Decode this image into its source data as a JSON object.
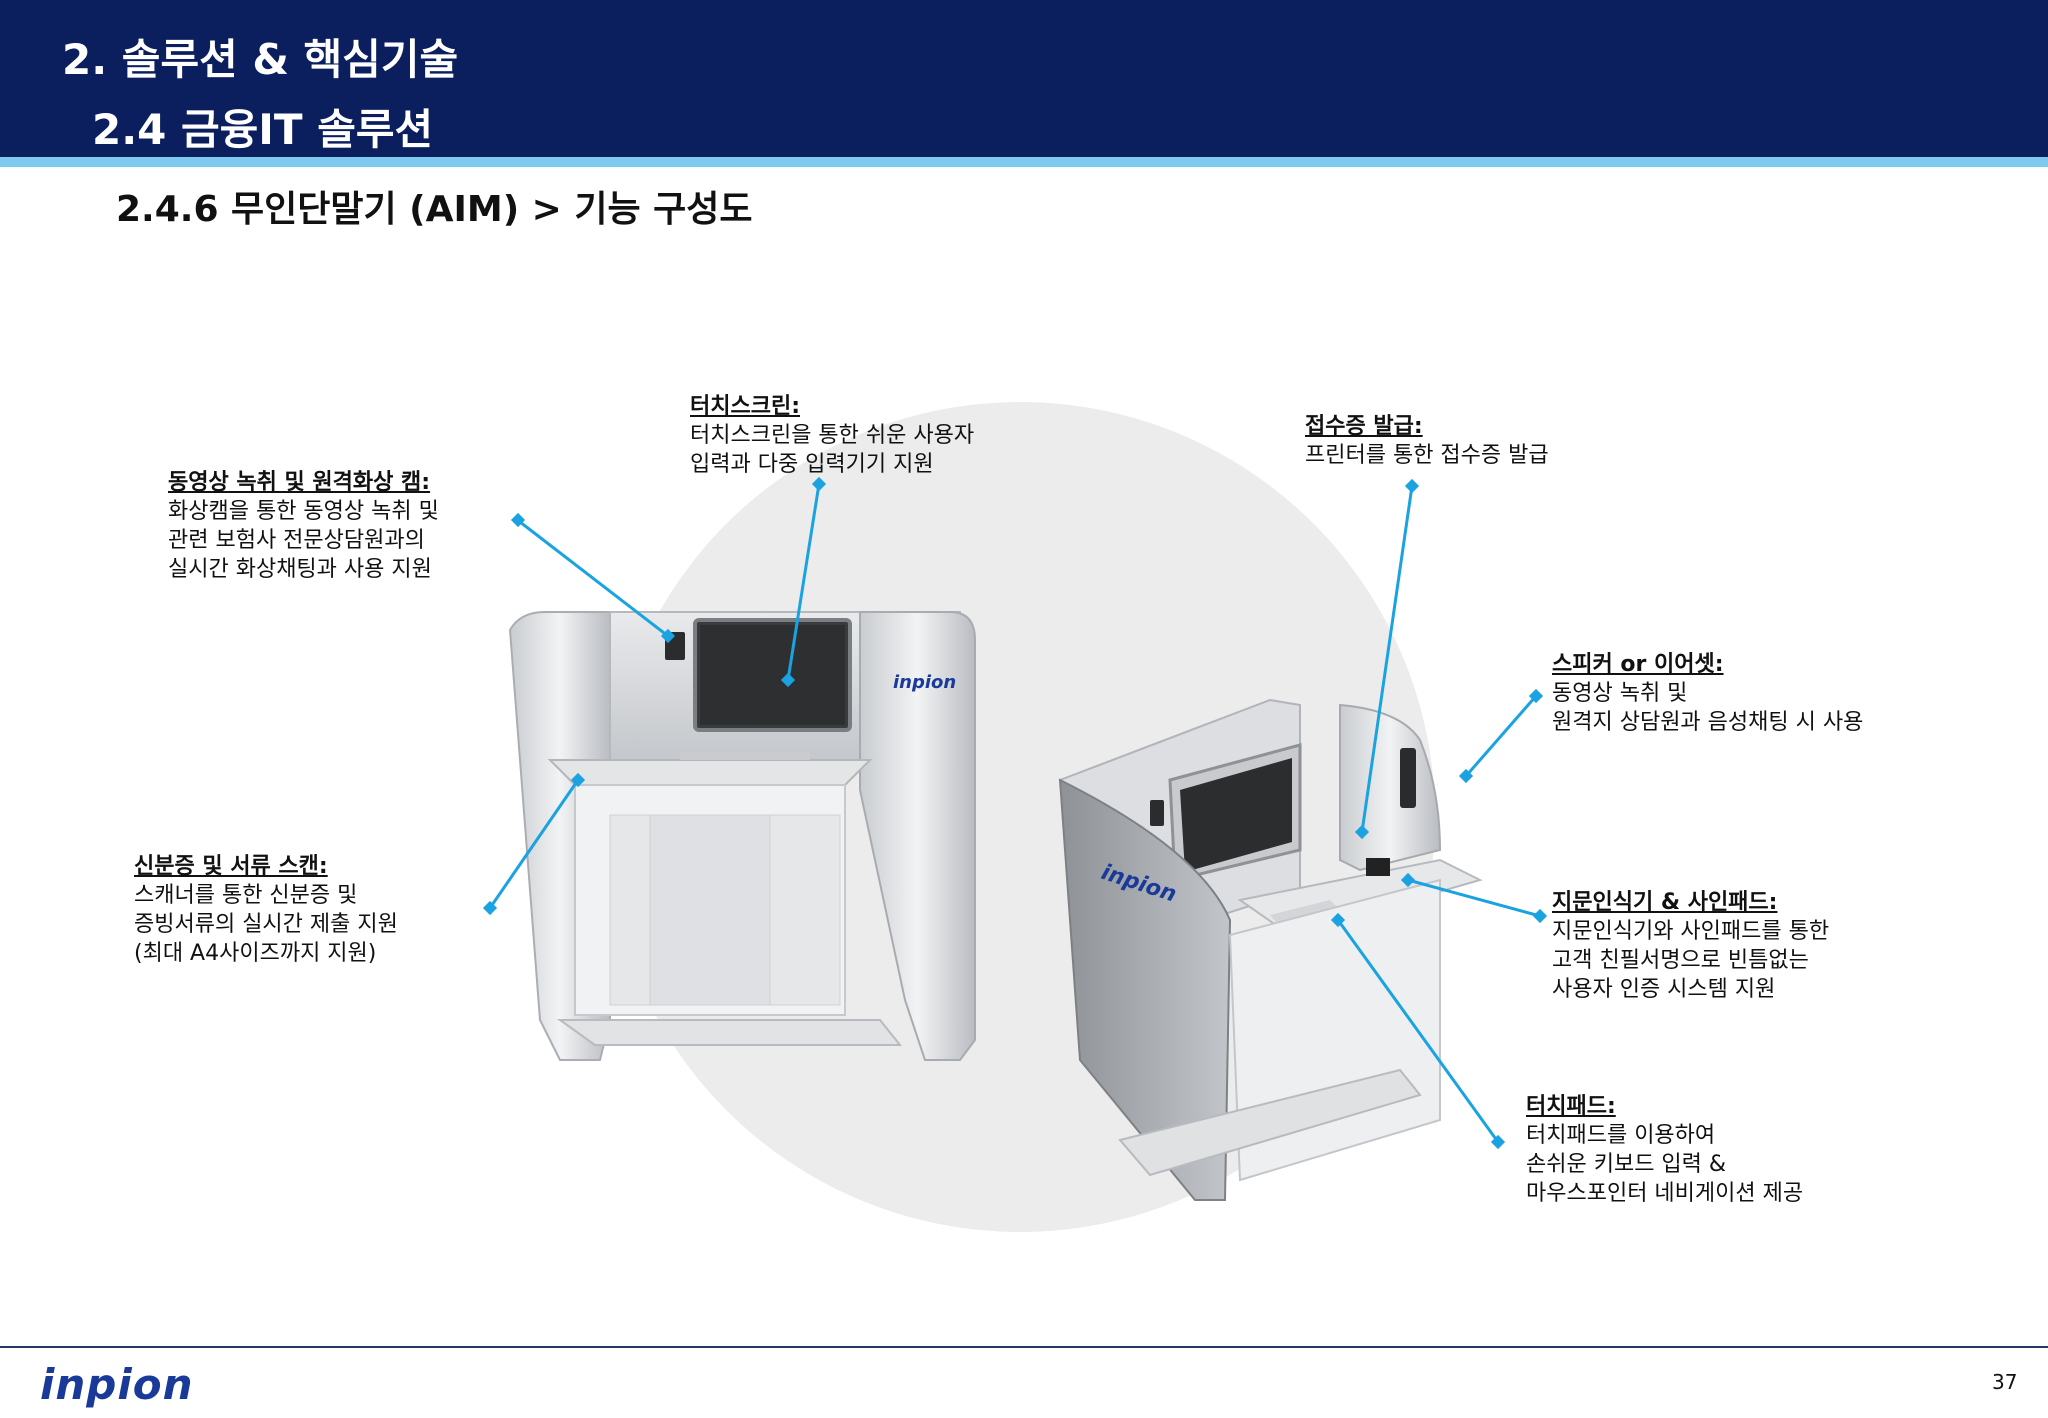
{
  "header": {
    "title": "2. 솔루션 & 핵심기술",
    "subtitle": "2.4 금융IT 솔루션"
  },
  "section": {
    "title": "2.4.6 무인단말기 (AIM) > 기능 구성도"
  },
  "brand": {
    "logo_text": "inpion",
    "primary_color": "#0b1f5e",
    "accent_color": "#7fc8f0",
    "callout_line_color": "#1aa3e0"
  },
  "callouts": {
    "camera": {
      "title": "동영상 녹취 및 원격화상 캠:",
      "lines": [
        "화상캠을 통한 동영상 녹취 및",
        "관련 보험사 전문상담원과의",
        "실시간 화상채팅과 사용 지원"
      ]
    },
    "touchscreen": {
      "title": "터치스크린:",
      "lines": [
        "터치스크린을 통한 쉬운 사용자",
        "입력과 다중 입력기기 지원"
      ]
    },
    "receipt": {
      "title": "접수증 발급:",
      "lines": [
        "프린터를 통한 접수증 발급"
      ]
    },
    "speaker": {
      "title": "스피커 or 이어셋:",
      "lines": [
        "동영상 녹취 및",
        "원격지 상담원과 음성채팅 시 사용"
      ]
    },
    "scanner": {
      "title": "신분증 및 서류 스캔:",
      "lines": [
        "스캐너를 통한 신분증 및",
        "증빙서류의 실시간 제출 지원",
        "(최대 A4사이즈까지 지원)"
      ]
    },
    "fingerprint": {
      "title": "지문인식기 & 사인패드:",
      "lines": [
        "지문인식기와 사인패드를 통한",
        "고객 친필서명으로 빈틈없는",
        "사용자 인증 시스템 지원"
      ]
    },
    "touchpad": {
      "title": "터치패드:",
      "lines": [
        "터치패드를 이용하여",
        "손쉬운 키보드 입력 &",
        "마우스포인터 네비게이션 제공"
      ]
    }
  },
  "footer": {
    "page_number": "37"
  }
}
